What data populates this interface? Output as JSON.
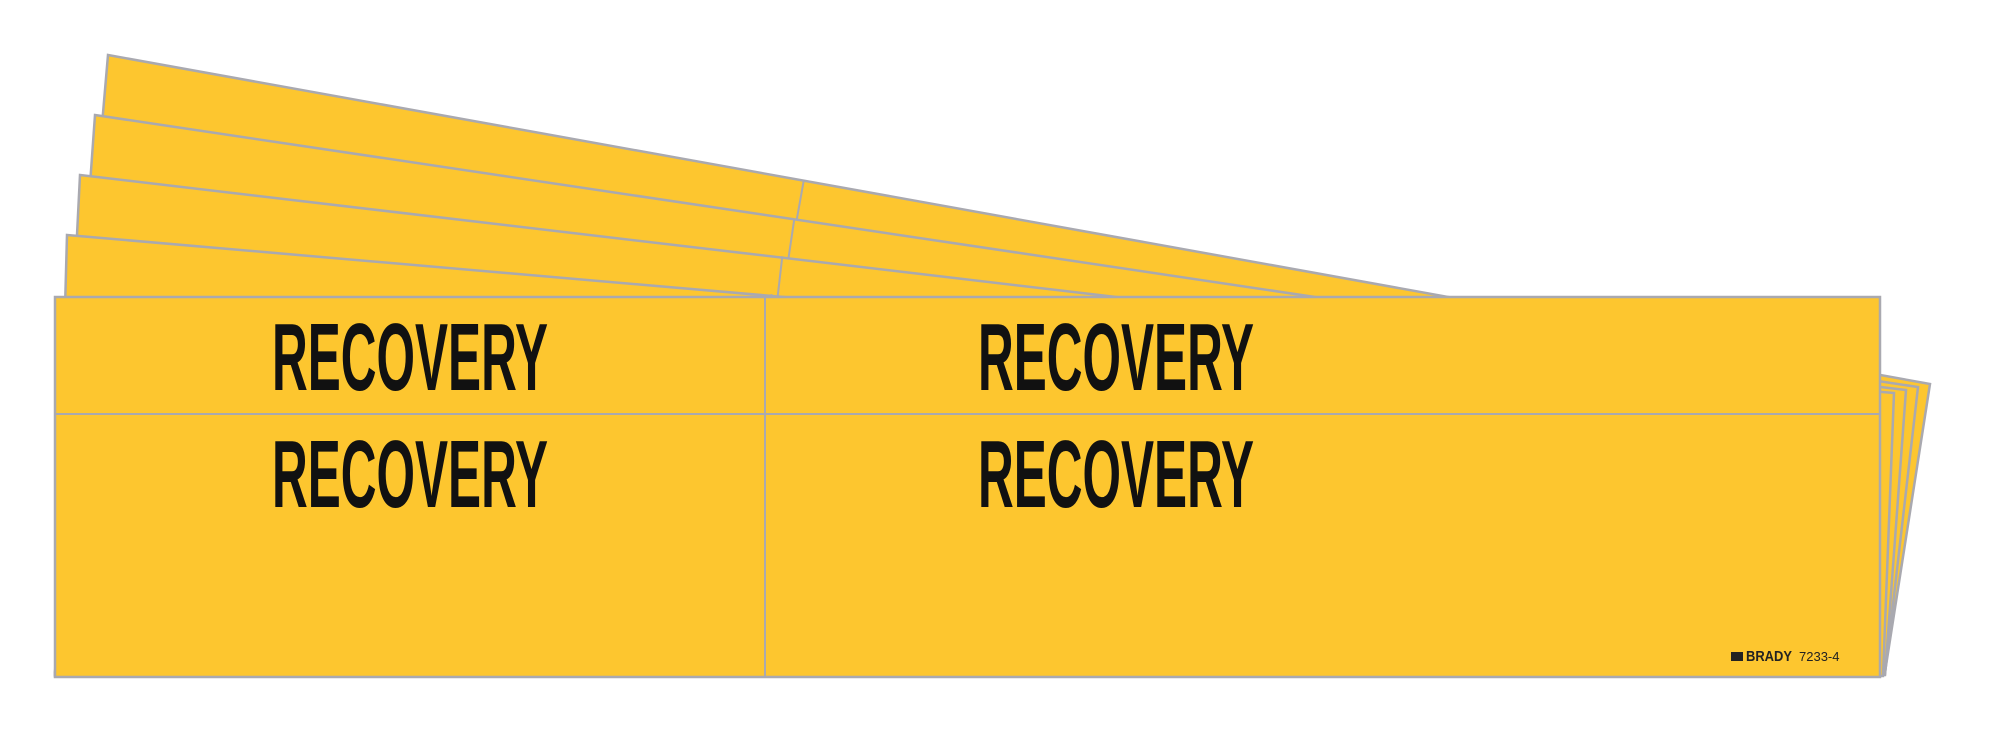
{
  "product": {
    "legend": "RECOVERY",
    "brand": "BRADY",
    "part_number": "7233-4",
    "card_count": 5,
    "colors": {
      "background": "#FDC62F",
      "text": "#111111",
      "border": "#A9A9B0"
    }
  }
}
